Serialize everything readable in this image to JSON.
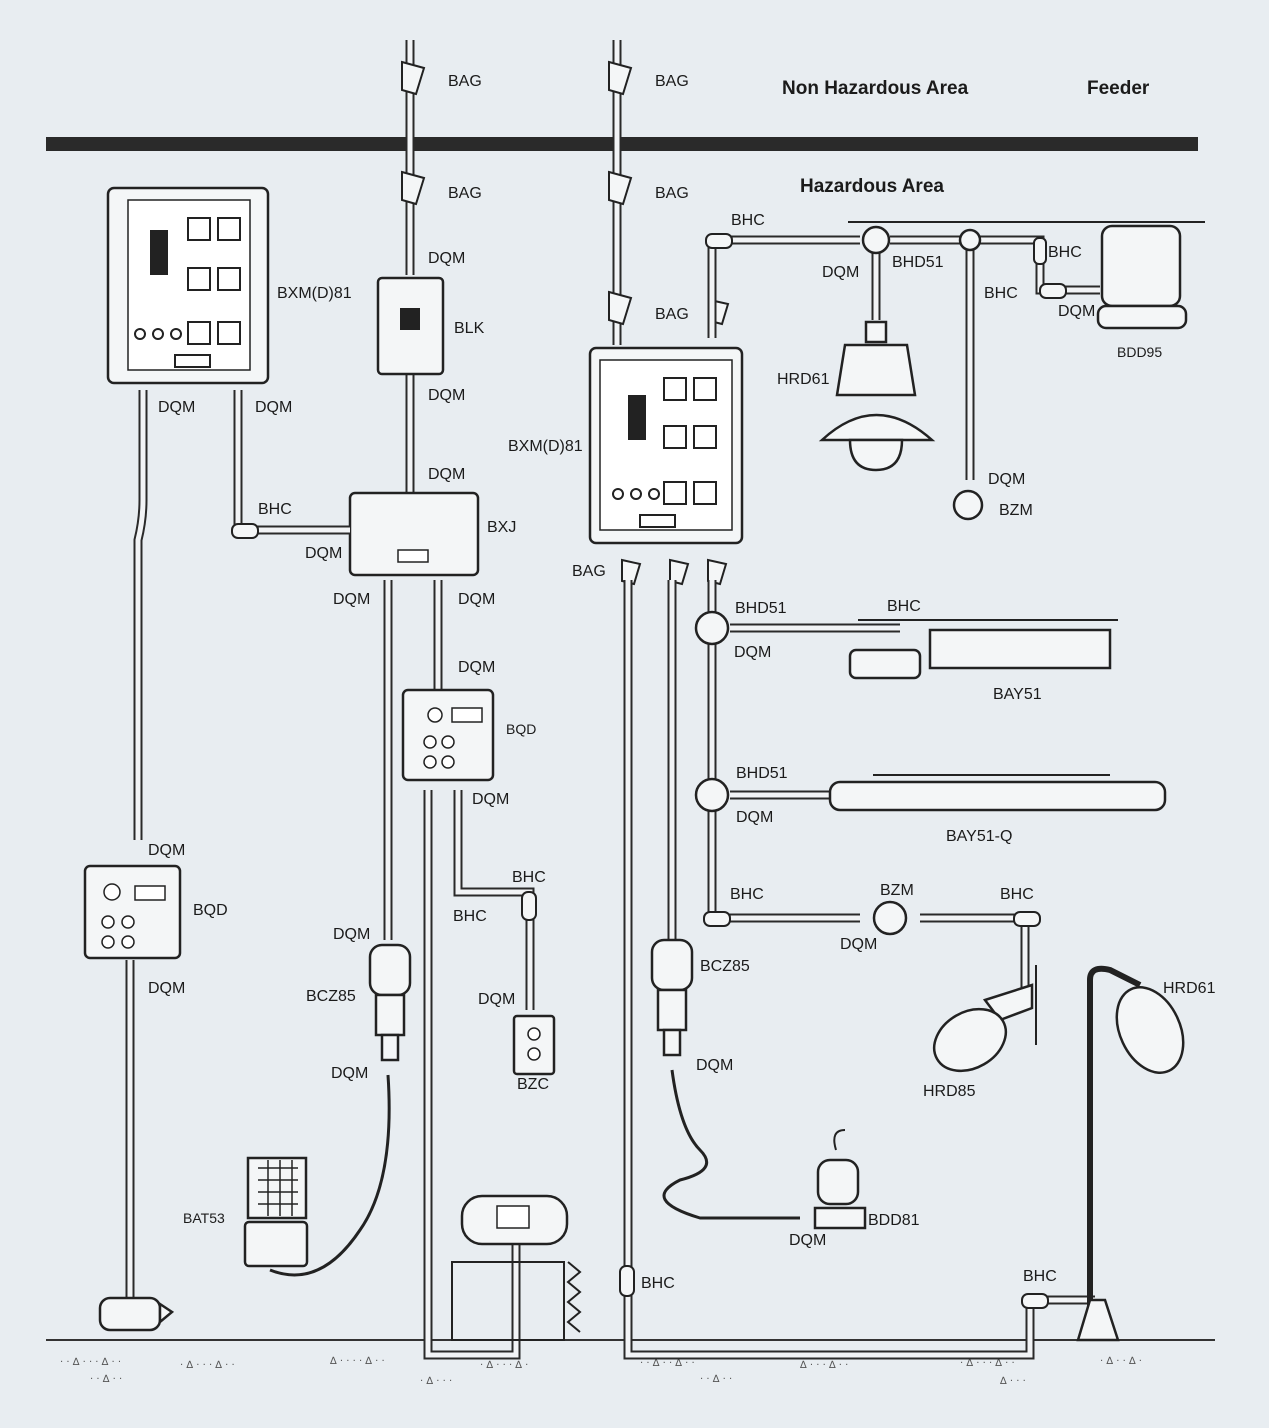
{
  "header": {
    "non_hazardous": "Non Hazardous Area",
    "feeder": "Feeder",
    "hazardous": "Hazardous Area"
  },
  "labels": [
    {
      "id": "bag1",
      "text": "BAG"
    },
    {
      "id": "bag2",
      "text": "BAG"
    },
    {
      "id": "bag3",
      "text": "BAG"
    },
    {
      "id": "bag4",
      "text": "BAG"
    },
    {
      "id": "bag5",
      "text": "BAG"
    },
    {
      "id": "bag6",
      "text": "BAG"
    },
    {
      "id": "dqm1",
      "text": "DQM"
    },
    {
      "id": "blk",
      "text": "BLK"
    },
    {
      "id": "dqm2",
      "text": "DQM"
    },
    {
      "id": "dqm3",
      "text": "DQM"
    },
    {
      "id": "bxm1",
      "text": "BXM(D)81"
    },
    {
      "id": "dqm4",
      "text": "DQM"
    },
    {
      "id": "dqm5",
      "text": "DQM"
    },
    {
      "id": "bhc1",
      "text": "BHC"
    },
    {
      "id": "dqm6",
      "text": "DQM"
    },
    {
      "id": "bxj",
      "text": "BXJ"
    },
    {
      "id": "dqm7",
      "text": "DQM"
    },
    {
      "id": "dqm8",
      "text": "DQM"
    },
    {
      "id": "dqm9",
      "text": "DQM"
    },
    {
      "id": "bqd1",
      "text": "BQD"
    },
    {
      "id": "dqm10",
      "text": "DQM"
    },
    {
      "id": "bhc2",
      "text": "BHC"
    },
    {
      "id": "bhc3",
      "text": "BHC"
    },
    {
      "id": "dqm11",
      "text": "DQM"
    },
    {
      "id": "bcz1",
      "text": "BCZ85"
    },
    {
      "id": "dqm12",
      "text": "DQM"
    },
    {
      "id": "dqm13",
      "text": "DQM"
    },
    {
      "id": "bzc",
      "text": "BZC"
    },
    {
      "id": "bat53",
      "text": "BAT53"
    },
    {
      "id": "dqm14",
      "text": "DQM"
    },
    {
      "id": "bqd2",
      "text": "BQD"
    },
    {
      "id": "dqm15",
      "text": "DQM"
    },
    {
      "id": "bhc4",
      "text": "BHC"
    },
    {
      "id": "bhc5",
      "text": "BHC"
    },
    {
      "id": "bhd51a",
      "text": "BHD51"
    },
    {
      "id": "dqm16",
      "text": "DQM"
    },
    {
      "id": "bhc6",
      "text": "BHC"
    },
    {
      "id": "dqm17",
      "text": "DQM"
    },
    {
      "id": "bdd95",
      "text": "BDD95"
    },
    {
      "id": "hrd61a",
      "text": "HRD61"
    },
    {
      "id": "dqm18",
      "text": "DQM"
    },
    {
      "id": "bzm1",
      "text": "BZM"
    },
    {
      "id": "bxm2",
      "text": "BXM(D)81"
    },
    {
      "id": "bhd51b",
      "text": "BHD51"
    },
    {
      "id": "bhc7",
      "text": "BHC"
    },
    {
      "id": "dqm19",
      "text": "DQM"
    },
    {
      "id": "bay51",
      "text": "BAY51"
    },
    {
      "id": "bhd51c",
      "text": "BHD51"
    },
    {
      "id": "dqm20",
      "text": "DQM"
    },
    {
      "id": "bay51q",
      "text": "BAY51-Q"
    },
    {
      "id": "bhc8",
      "text": "BHC"
    },
    {
      "id": "bzm2",
      "text": "BZM"
    },
    {
      "id": "bhc9",
      "text": "BHC"
    },
    {
      "id": "dqm21",
      "text": "DQM"
    },
    {
      "id": "bcz2",
      "text": "BCZ85"
    },
    {
      "id": "hrd61b",
      "text": "HRD61"
    },
    {
      "id": "dqm22",
      "text": "DQM"
    },
    {
      "id": "hrd85",
      "text": "HRD85"
    },
    {
      "id": "bdd81",
      "text": "BDD81"
    },
    {
      "id": "dqm23",
      "text": "DQM"
    },
    {
      "id": "bhc10",
      "text": "BHC"
    },
    {
      "id": "bhc11",
      "text": "BHC"
    }
  ]
}
